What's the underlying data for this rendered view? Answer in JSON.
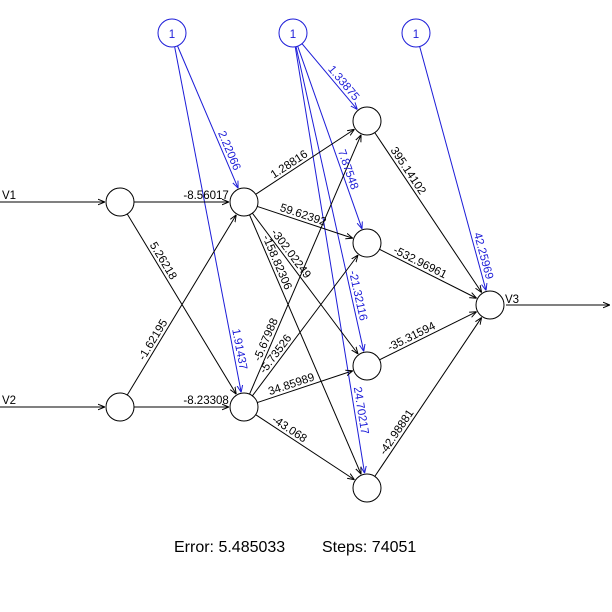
{
  "colors": {
    "weight": "#000000",
    "bias": "#1c1cd8"
  },
  "inputs": [
    {
      "id": "i1",
      "label": "V1"
    },
    {
      "id": "i2",
      "label": "V2"
    }
  ],
  "output": {
    "id": "out",
    "label": "V3"
  },
  "bias_nodes": [
    {
      "id": "b1",
      "label": "1"
    },
    {
      "id": "b2",
      "label": "1"
    },
    {
      "id": "b3",
      "label": "1"
    },
    {
      "id": "b4",
      "label": "1"
    }
  ],
  "weight_edges": [
    {
      "from": "i1",
      "to": "h11",
      "weight": "-8.56017"
    },
    {
      "from": "i1",
      "to": "h12",
      "weight": "5.26218"
    },
    {
      "from": "i2",
      "to": "h11",
      "weight": "-1.62195"
    },
    {
      "from": "i2",
      "to": "h12",
      "weight": "-8.23308"
    },
    {
      "from": "h11",
      "to": "h21",
      "weight": "1.28816"
    },
    {
      "from": "h11",
      "to": "h22",
      "weight": "59.62392"
    },
    {
      "from": "h11",
      "to": "h23",
      "weight": "-302.02249"
    },
    {
      "from": "h11",
      "to": "h24",
      "weight": "-158.82306"
    },
    {
      "from": "h12",
      "to": "h21",
      "weight": "-5.67988"
    },
    {
      "from": "h12",
      "to": "h22",
      "weight": "-5.73526"
    },
    {
      "from": "h12",
      "to": "h23",
      "weight": "34.85989"
    },
    {
      "from": "h12",
      "to": "h24",
      "weight": "-43.068"
    },
    {
      "from": "h21",
      "to": "out",
      "weight": "395.14102"
    },
    {
      "from": "h22",
      "to": "out",
      "weight": "-532.96961"
    },
    {
      "from": "h23",
      "to": "out",
      "weight": "-35.31594"
    },
    {
      "from": "h24",
      "to": "out",
      "weight": "-42.98881"
    }
  ],
  "bias_edges": [
    {
      "from": "b1",
      "to": "h11",
      "weight": "2.22066"
    },
    {
      "from": "b1",
      "to": "h12",
      "weight": "1.91437"
    },
    {
      "from": "b2",
      "to": "h21",
      "weight": "1.33875"
    },
    {
      "from": "b2",
      "to": "h22",
      "weight": "7.87548"
    },
    {
      "from": "b2",
      "to": "h23",
      "weight": "-21.32116"
    },
    {
      "from": "b2",
      "to": "h24",
      "weight": "24.70217"
    },
    {
      "from": "b3",
      "to": "out",
      "weight": "42.25969"
    }
  ],
  "footer": {
    "error_label": "Error: 5.485033",
    "steps_label": "Steps: 74051"
  }
}
